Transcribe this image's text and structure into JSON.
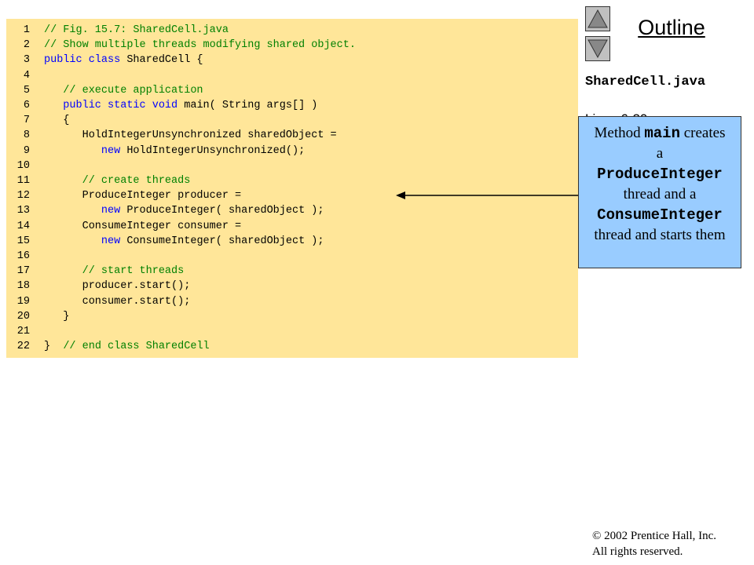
{
  "code": {
    "lines": [
      {
        "num": "1",
        "parts": [
          {
            "t": "// Fig. 15.7: SharedCell.java",
            "c": "comment"
          }
        ]
      },
      {
        "num": "2",
        "parts": [
          {
            "t": "// Show multiple threads modifying shared object.",
            "c": "comment"
          }
        ]
      },
      {
        "num": "3",
        "parts": [
          {
            "t": "public class",
            "c": "kw"
          },
          {
            "t": " SharedCell {",
            "c": ""
          }
        ]
      },
      {
        "num": "4",
        "parts": []
      },
      {
        "num": "5",
        "parts": [
          {
            "t": "   // execute application",
            "c": "comment"
          }
        ]
      },
      {
        "num": "6",
        "parts": [
          {
            "t": "   public static void",
            "c": "kw"
          },
          {
            "t": " main( String args[] )",
            "c": ""
          }
        ]
      },
      {
        "num": "7",
        "parts": [
          {
            "t": "   {",
            "c": ""
          }
        ]
      },
      {
        "num": "8",
        "parts": [
          {
            "t": "      HoldIntegerUnsynchronized sharedObject =",
            "c": ""
          }
        ]
      },
      {
        "num": "9",
        "parts": [
          {
            "t": "         ",
            "c": ""
          },
          {
            "t": "new",
            "c": "kw"
          },
          {
            "t": " HoldIntegerUnsynchronized();",
            "c": ""
          }
        ]
      },
      {
        "num": "10",
        "parts": []
      },
      {
        "num": "11",
        "parts": [
          {
            "t": "      // create threads",
            "c": "comment"
          }
        ]
      },
      {
        "num": "12",
        "parts": [
          {
            "t": "      ProduceInteger producer =",
            "c": ""
          }
        ]
      },
      {
        "num": "13",
        "parts": [
          {
            "t": "         ",
            "c": ""
          },
          {
            "t": "new",
            "c": "kw"
          },
          {
            "t": " ProduceInteger( sharedObject );",
            "c": ""
          }
        ]
      },
      {
        "num": "14",
        "parts": [
          {
            "t": "      ConsumeInteger consumer =",
            "c": ""
          }
        ]
      },
      {
        "num": "15",
        "parts": [
          {
            "t": "         ",
            "c": ""
          },
          {
            "t": "new",
            "c": "kw"
          },
          {
            "t": " ConsumeInteger( sharedObject );",
            "c": ""
          }
        ]
      },
      {
        "num": "16",
        "parts": []
      },
      {
        "num": "17",
        "parts": [
          {
            "t": "      // start threads",
            "c": "comment"
          }
        ]
      },
      {
        "num": "18",
        "parts": [
          {
            "t": "      producer.start();",
            "c": ""
          }
        ]
      },
      {
        "num": "19",
        "parts": [
          {
            "t": "      consumer.start();",
            "c": ""
          }
        ]
      },
      {
        "num": "20",
        "parts": [
          {
            "t": "   }",
            "c": ""
          }
        ]
      },
      {
        "num": "21",
        "parts": []
      },
      {
        "num": "22",
        "parts": [
          {
            "t": "}  ",
            "c": ""
          },
          {
            "t": "// end class SharedCell",
            "c": "comment"
          }
        ]
      }
    ]
  },
  "sidebar": {
    "outline_label": "Outline",
    "up_icon": "triangle-up-icon",
    "down_icon": "triangle-down-icon",
    "filename": "SharedCell.java",
    "lines_label": "Lines 6-20"
  },
  "callout": {
    "line1_prefix": "Method ",
    "line1_code": "main",
    "line1_suffix": " creates",
    "line2": "a",
    "line3_code": "ProduceInteger",
    "line4": "thread and a",
    "line5_code": "ConsumeInteger",
    "line6": "thread and starts them"
  },
  "footer": {
    "copyright_symbol": "©",
    "copyright_text": " 2002 Prentice Hall, Inc.",
    "rights": "All rights reserved."
  },
  "colors": {
    "code_bg": "#ffe699",
    "callout_bg": "#99ccff",
    "comment": "#008000",
    "keyword": "#0000ff"
  }
}
